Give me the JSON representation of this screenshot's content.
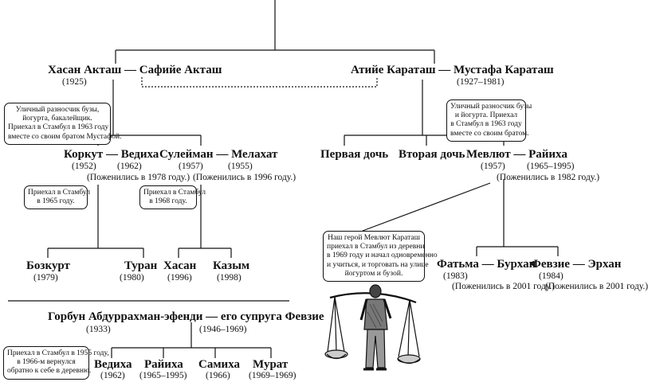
{
  "top": {
    "couple": {
      "husband": "Хасан Акташ",
      "wife": "Сафийе Акташ",
      "husband_years": "(1925)"
    },
    "note": [
      "Уличный разносчик бузы,",
      "йогурта, бакалейщик.",
      "Приехал в Стамбул в 1963 году",
      "вместе со своим братом Мустафой."
    ],
    "children": [
      {
        "husband": "Коркут",
        "wife": "Ведиха",
        "husband_years": "(1952)",
        "wife_years": "(1962)",
        "marriage": "(Поженились в 1978 году.)",
        "note": [
          "Приехал в Стамбул",
          "в 1965 году."
        ],
        "kids": [
          {
            "name": "Бозкурт",
            "years": "(1979)"
          },
          {
            "name": "Туран",
            "years": "(1980)"
          }
        ]
      },
      {
        "husband": "Сулейман",
        "wife": "Мелахат",
        "husband_years": "(1957)",
        "wife_years": "(1955)",
        "marriage": "(Поженились в 1996 году.)",
        "note": [
          "Приехал в Стамбул",
          "в 1968 году."
        ],
        "kids": [
          {
            "name": "Хасан",
            "years": "(1996)"
          },
          {
            "name": "Казым",
            "years": "(1998)"
          }
        ]
      }
    ]
  },
  "right": {
    "couple": {
      "wife": "Атийе Караташ",
      "husband": "Мустафа Караташ",
      "years": "(1927–1981)"
    },
    "note": [
      "Уличный разносчик бузы",
      "и йогурта. Приехал",
      "в Стамбул в 1963 году",
      "вместе со своим братом."
    ],
    "children": {
      "daughter1": "Первая дочь",
      "daughter2": "Вторая дочь",
      "husband": "Мевлют",
      "wife": "Райиха",
      "husband_years": "(1957)",
      "wife_years": "(1965–1995)",
      "marriage": "(Поженились в 1982 году.)",
      "note": [
        "Наш герой Мевлют Караташ",
        "приехал в Стамбул из деревни",
        "в 1969 году и начал одновременно",
        "и учиться, и торговать на улице",
        "йогуртом и бузой."
      ],
      "kids": [
        {
          "wife": "Фатьма",
          "husband": "Бурхан",
          "years": "(1983)",
          "marriage": "(Поженились в 2001 году.)"
        },
        {
          "wife": "Февзие",
          "husband": "Эрхан",
          "years": "(1984)",
          "marriage": "(Поженились в 2001 году.)"
        }
      ]
    }
  },
  "bottom": {
    "couple": {
      "husband": "Горбун Абдуррахман-эфенди",
      "wife": "его супруга Февзие",
      "husband_years": "(1933)",
      "wife_years": "(1946–1969)"
    },
    "note": [
      "Приехал в Стамбул в 1955 году,",
      "в 1966-м вернулся",
      "обратно к себе в деревню."
    ],
    "children": [
      {
        "name": "Ведиха",
        "years": "(1962)"
      },
      {
        "name": "Райиха",
        "years": "(1965–1995)"
      },
      {
        "name": "Самиха",
        "years": "(1966)"
      },
      {
        "name": "Мурат",
        "years": "(1969–1969)"
      }
    ]
  },
  "dash": "—",
  "illustration": {
    "icon": "street-vendor-with-yoke-illustration"
  },
  "colors": {
    "ink": "#111111",
    "background": "#ffffff"
  }
}
